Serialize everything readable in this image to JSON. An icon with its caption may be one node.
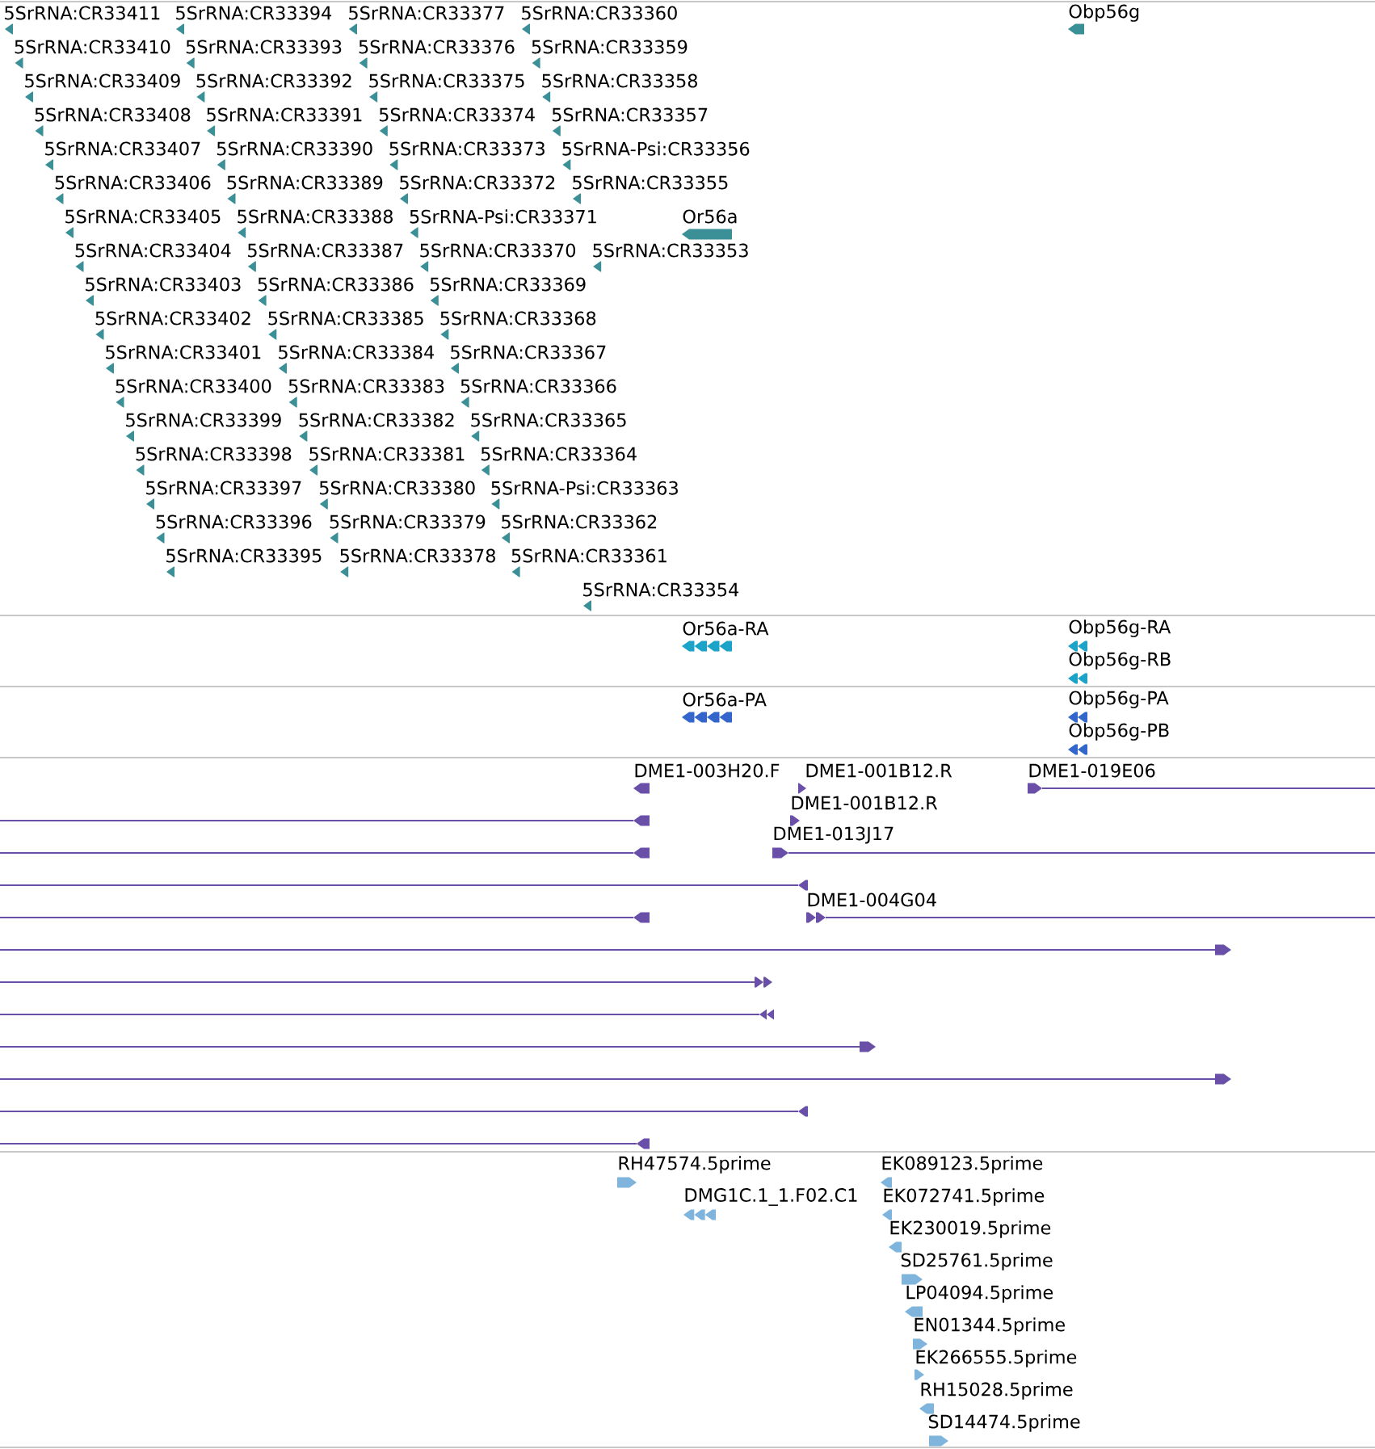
{
  "diagram": {
    "labels": [
      "5SrRNA:CR33411",
      "5SrRNA:CR33394",
      "5SrRNA:CR33377",
      "5SrRNA:CR33360",
      "Obp56g",
      "5SrRNA:CR33410",
      "5SrRNA:CR33393",
      "5SrRNA:CR33376",
      "5SrRNA:CR33359",
      "5SrRNA:CR33409",
      "5SrRNA:CR33392",
      "5SrRNA:CR33375",
      "5SrRNA:CR33358",
      "5SrRNA:CR33408",
      "5SrRNA:CR33391",
      "5SrRNA:CR33374",
      "5SrRNA:CR33357",
      "5SrRNA:CR33407",
      "5SrRNA:CR33390",
      "5SrRNA:CR33373",
      "5SrRNA-Psi:CR33356",
      "5SrRNA:CR33406",
      "5SrRNA:CR33389",
      "5SrRNA:CR33372",
      "5SrRNA:CR33355",
      "5SrRNA:CR33405",
      "5SrRNA:CR33388",
      "5SrRNA-Psi:CR33371",
      "Or56a",
      "5SrRNA:CR33404",
      "5SrRNA:CR33387",
      "5SrRNA:CR33370",
      "5SrRNA:CR33353",
      "5SrRNA:CR33403",
      "5SrRNA:CR33386",
      "5SrRNA:CR33369",
      "5SrRNA:CR33402",
      "5SrRNA:CR33385",
      "5SrRNA:CR33368",
      "5SrRNA:CR33401",
      "5SrRNA:CR33384",
      "5SrRNA:CR33367",
      "5SrRNA:CR33400",
      "5SrRNA:CR33383",
      "5SrRNA:CR33366",
      "5SrRNA:CR33399",
      "5SrRNA:CR33382",
      "5SrRNA:CR33365",
      "5SrRNA:CR33398",
      "5SrRNA:CR33381",
      "5SrRNA:CR33364",
      "5SrRNA:CR33397",
      "5SrRNA:CR33380",
      "5SrRNA-Psi:CR33363",
      "5SrRNA:CR33396",
      "5SrRNA:CR33379",
      "5SrRNA:CR33362",
      "5SrRNA:CR33395",
      "5SrRNA:CR33378",
      "5SrRNA:CR33361",
      "5SrRNA:CR33354",
      "Or56a-RA",
      "Obp56g-RA",
      "Obp56g-RB",
      "Or56a-PA",
      "Obp56g-PA",
      "Obp56g-PB",
      "DME1-003H20.F",
      "DME1-001B12.R",
      "DME1-019E06",
      "DME1-001B12.R",
      "DME1-013J17",
      "DME1-004G04",
      "RH47574.5prime",
      "EK089123.5prime",
      "DMG1C.1_1.F02.C1",
      "EK072741.5prime",
      "EK230019.5prime",
      "SD25761.5prime",
      "LP04094.5prime",
      "EN01344.5prime",
      "EK266555.5prime",
      "RH15028.5prime",
      "SD14474.5prime"
    ]
  }
}
